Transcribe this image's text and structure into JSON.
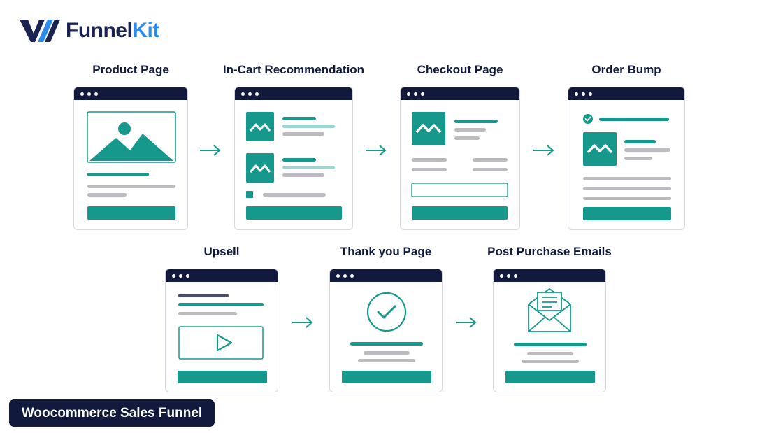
{
  "brand": {
    "name_part1": "Funnel",
    "name_part2": "Kit"
  },
  "steps": {
    "product_page": "Product Page",
    "in_cart_recommendation": "In-Cart Recommendation",
    "checkout_page": "Checkout Page",
    "order_bump": "Order Bump",
    "upsell": "Upsell",
    "thank_you_page": "Thank you Page",
    "post_purchase_emails": "Post Purchase Emails"
  },
  "footer": {
    "label": "Woocommerce Sales Funnel"
  },
  "colors": {
    "navy": "#111a3d",
    "teal": "#16988c",
    "gray": "#bcbcc0",
    "dark_gray": "#4a4f63"
  }
}
